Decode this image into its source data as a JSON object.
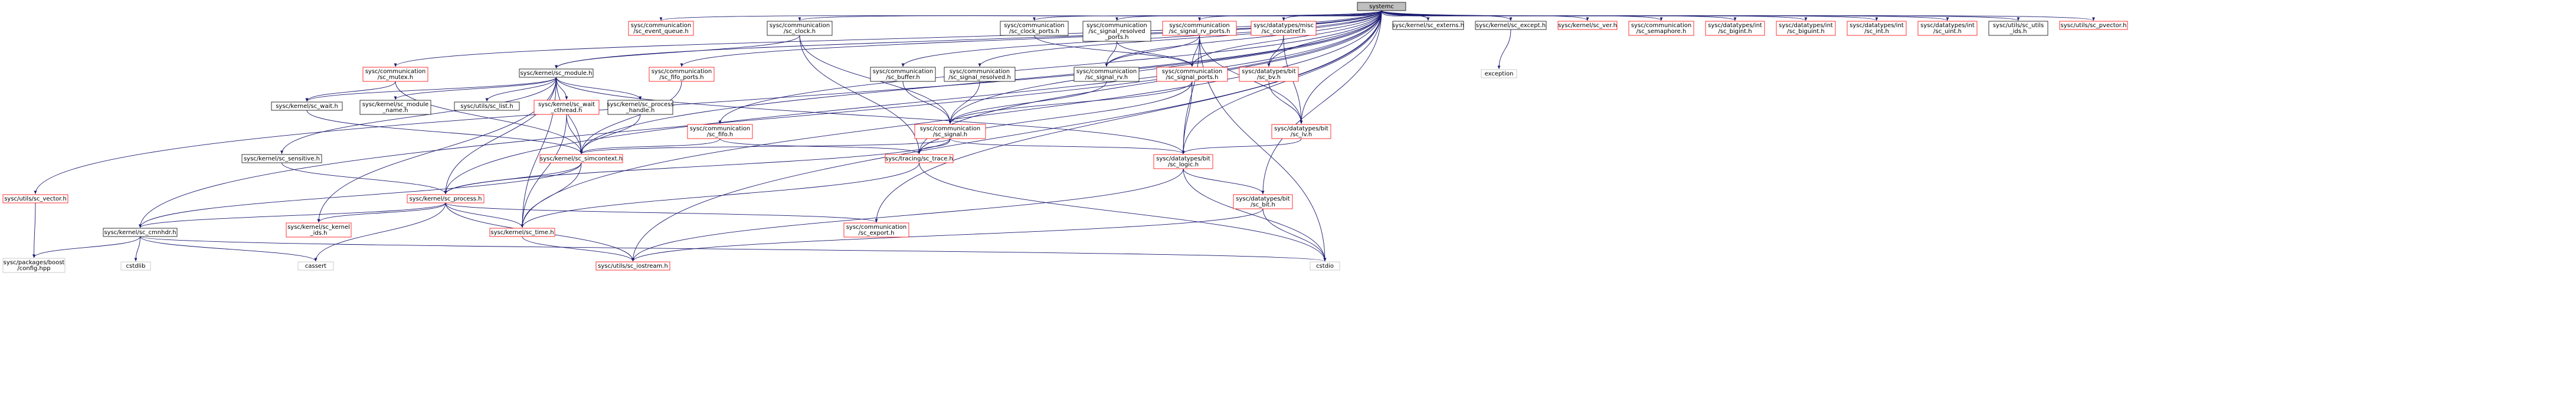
{
  "colors": {
    "edge": "#191970",
    "box_black": "#000000",
    "box_red": "#ff0000",
    "box_gray": "#bfbfbf",
    "root_fill": "#bfbfbf",
    "box_fill": "#ffffff"
  },
  "nodes": {
    "systemc": {
      "lines": [
        "systemc"
      ],
      "style": "root"
    },
    "comm_event_queue": {
      "lines": [
        "sysc/communication",
        "/sc_event_queue.h"
      ],
      "style": "red"
    },
    "comm_clock": {
      "lines": [
        "sysc/communication",
        "/sc_clock.h"
      ],
      "style": "black"
    },
    "comm_clock_ports": {
      "lines": [
        "sysc/communication",
        "/sc_clock_ports.h"
      ],
      "style": "black"
    },
    "comm_signal_resolved_ports": {
      "lines": [
        "sysc/communication",
        "/sc_signal_resolved",
        "_ports.h"
      ],
      "style": "black"
    },
    "comm_signal_rv_ports": {
      "lines": [
        "sysc/communication",
        "/sc_signal_rv_ports.h"
      ],
      "style": "red"
    },
    "dt_concatref": {
      "lines": [
        "sysc/datatypes/misc",
        "/sc_concatref.h"
      ],
      "style": "red"
    },
    "kernel_externs": {
      "lines": [
        "sysc/kernel/sc_externs.h"
      ],
      "style": "black"
    },
    "kernel_except": {
      "lines": [
        "sysc/kernel/sc_except.h"
      ],
      "style": "black"
    },
    "kernel_ver": {
      "lines": [
        "sysc/kernel/sc_ver.h"
      ],
      "style": "red"
    },
    "comm_semaphore": {
      "lines": [
        "sysc/communication",
        "/sc_semaphore.h"
      ],
      "style": "red"
    },
    "dt_bigint": {
      "lines": [
        "sysc/datatypes/int",
        "/sc_bigint.h"
      ],
      "style": "red"
    },
    "dt_biguint": {
      "lines": [
        "sysc/datatypes/int",
        "/sc_biguint.h"
      ],
      "style": "red"
    },
    "dt_int": {
      "lines": [
        "sysc/datatypes/int",
        "/sc_int.h"
      ],
      "style": "red"
    },
    "dt_uint": {
      "lines": [
        "sysc/datatypes/int",
        "/sc_uint.h"
      ],
      "style": "red"
    },
    "utils_utils_ids": {
      "lines": [
        "sysc/utils/sc_utils",
        "_ids.h"
      ],
      "style": "black"
    },
    "utils_pvector": {
      "lines": [
        "sysc/utils/sc_pvector.h"
      ],
      "style": "red"
    },
    "comm_mutex": {
      "lines": [
        "sysc/communication",
        "/sc_mutex.h"
      ],
      "style": "red"
    },
    "kernel_module": {
      "lines": [
        "sysc/kernel/sc_module.h"
      ],
      "style": "black"
    },
    "comm_fifo_ports": {
      "lines": [
        "sysc/communication",
        "/sc_fifo_ports.h"
      ],
      "style": "red"
    },
    "comm_buffer": {
      "lines": [
        "sysc/communication",
        "/sc_buffer.h"
      ],
      "style": "black"
    },
    "comm_signal_resolved": {
      "lines": [
        "sysc/communication",
        "/sc_signal_resolved.h"
      ],
      "style": "black"
    },
    "comm_signal_rv": {
      "lines": [
        "sysc/communication",
        "/sc_signal_rv.h"
      ],
      "style": "black"
    },
    "comm_signal_ports": {
      "lines": [
        "sysc/communication",
        "/sc_signal_ports.h"
      ],
      "style": "red"
    },
    "dt_bv": {
      "lines": [
        "sysc/datatypes/bit",
        "/sc_bv.h"
      ],
      "style": "red"
    },
    "exception": {
      "lines": [
        "exception"
      ],
      "style": "gray"
    },
    "kernel_wait": {
      "lines": [
        "sysc/kernel/sc_wait.h"
      ],
      "style": "black"
    },
    "kernel_module_name": {
      "lines": [
        "sysc/kernel/sc_module",
        "_name.h"
      ],
      "style": "black"
    },
    "utils_list": {
      "lines": [
        "sysc/utils/sc_list.h"
      ],
      "style": "black"
    },
    "kernel_wait_cthread": {
      "lines": [
        "sysc/kernel/sc_wait",
        "_cthread.h"
      ],
      "style": "red"
    },
    "kernel_process_handle": {
      "lines": [
        "sysc/kernel/sc_process",
        "_handle.h"
      ],
      "style": "black"
    },
    "comm_fifo": {
      "lines": [
        "sysc/communication",
        "/sc_fifo.h"
      ],
      "style": "red"
    },
    "comm_signal": {
      "lines": [
        "sysc/communication",
        "/sc_signal.h"
      ],
      "style": "red"
    },
    "dt_lv": {
      "lines": [
        "sysc/datatypes/bit",
        "/sc_lv.h"
      ],
      "style": "red"
    },
    "kernel_sensitive": {
      "lines": [
        "sysc/kernel/sc_sensitive.h"
      ],
      "style": "black"
    },
    "kernel_simcontext": {
      "lines": [
        "sysc/kernel/sc_simcontext.h"
      ],
      "style": "red"
    },
    "tracing_trace": {
      "lines": [
        "sysc/tracing/sc_trace.h"
      ],
      "style": "red"
    },
    "dt_logic": {
      "lines": [
        "sysc/datatypes/bit",
        "/sc_logic.h"
      ],
      "style": "red"
    },
    "utils_vector": {
      "lines": [
        "sysc/utils/sc_vector.h"
      ],
      "style": "red"
    },
    "kernel_process": {
      "lines": [
        "sysc/kernel/sc_process.h"
      ],
      "style": "red"
    },
    "dt_bit": {
      "lines": [
        "sysc/datatypes/bit",
        "/sc_bit.h"
      ],
      "style": "red"
    },
    "kernel_cmnhdr": {
      "lines": [
        "sysc/kernel/sc_cmnhdr.h"
      ],
      "style": "black"
    },
    "kernel_kernel_ids": {
      "lines": [
        "sysc/kernel/sc_kernel",
        "_ids.h"
      ],
      "style": "red"
    },
    "kernel_time": {
      "lines": [
        "sysc/kernel/sc_time.h"
      ],
      "style": "red"
    },
    "comm_export": {
      "lines": [
        "sysc/communication",
        "/sc_export.h"
      ],
      "style": "red"
    },
    "boost_config": {
      "lines": [
        "sysc/packages/boost",
        "/config.hpp"
      ],
      "style": "gray"
    },
    "cstdio": {
      "lines": [
        "cstdio"
      ],
      "style": "gray"
    },
    "cassert": {
      "lines": [
        "cassert"
      ],
      "style": "gray"
    },
    "utils_iostream": {
      "lines": [
        "sysc/utils/sc_iostream.h"
      ],
      "style": "red"
    },
    "cstdlib": {
      "lines": [
        "cstdlib"
      ],
      "style": "gray"
    }
  }
}
